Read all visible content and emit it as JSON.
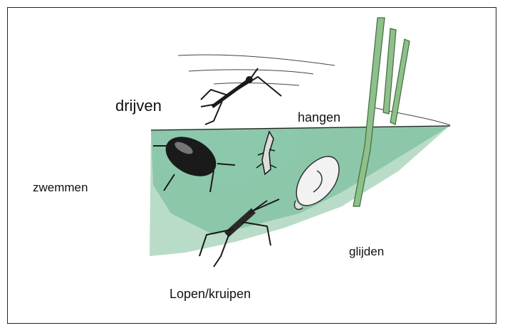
{
  "labels": {
    "drijven": "drijven",
    "hangen": "hangen",
    "zwemmen": "zwemmen",
    "glijden": "glijden",
    "lopen": "Lopen/kruipen"
  },
  "colors": {
    "water": "#7fc0a0",
    "water_light": "#b9dcc8",
    "ink": "#1a1a1a",
    "reed": "#8fbf8a",
    "border": "#222222"
  },
  "icons": [
    "water-strider-icon",
    "diving-beetle-icon",
    "mosquito-larva-icon",
    "pond-snail-icon",
    "water-bug-icon",
    "reed-plant-icon"
  ]
}
